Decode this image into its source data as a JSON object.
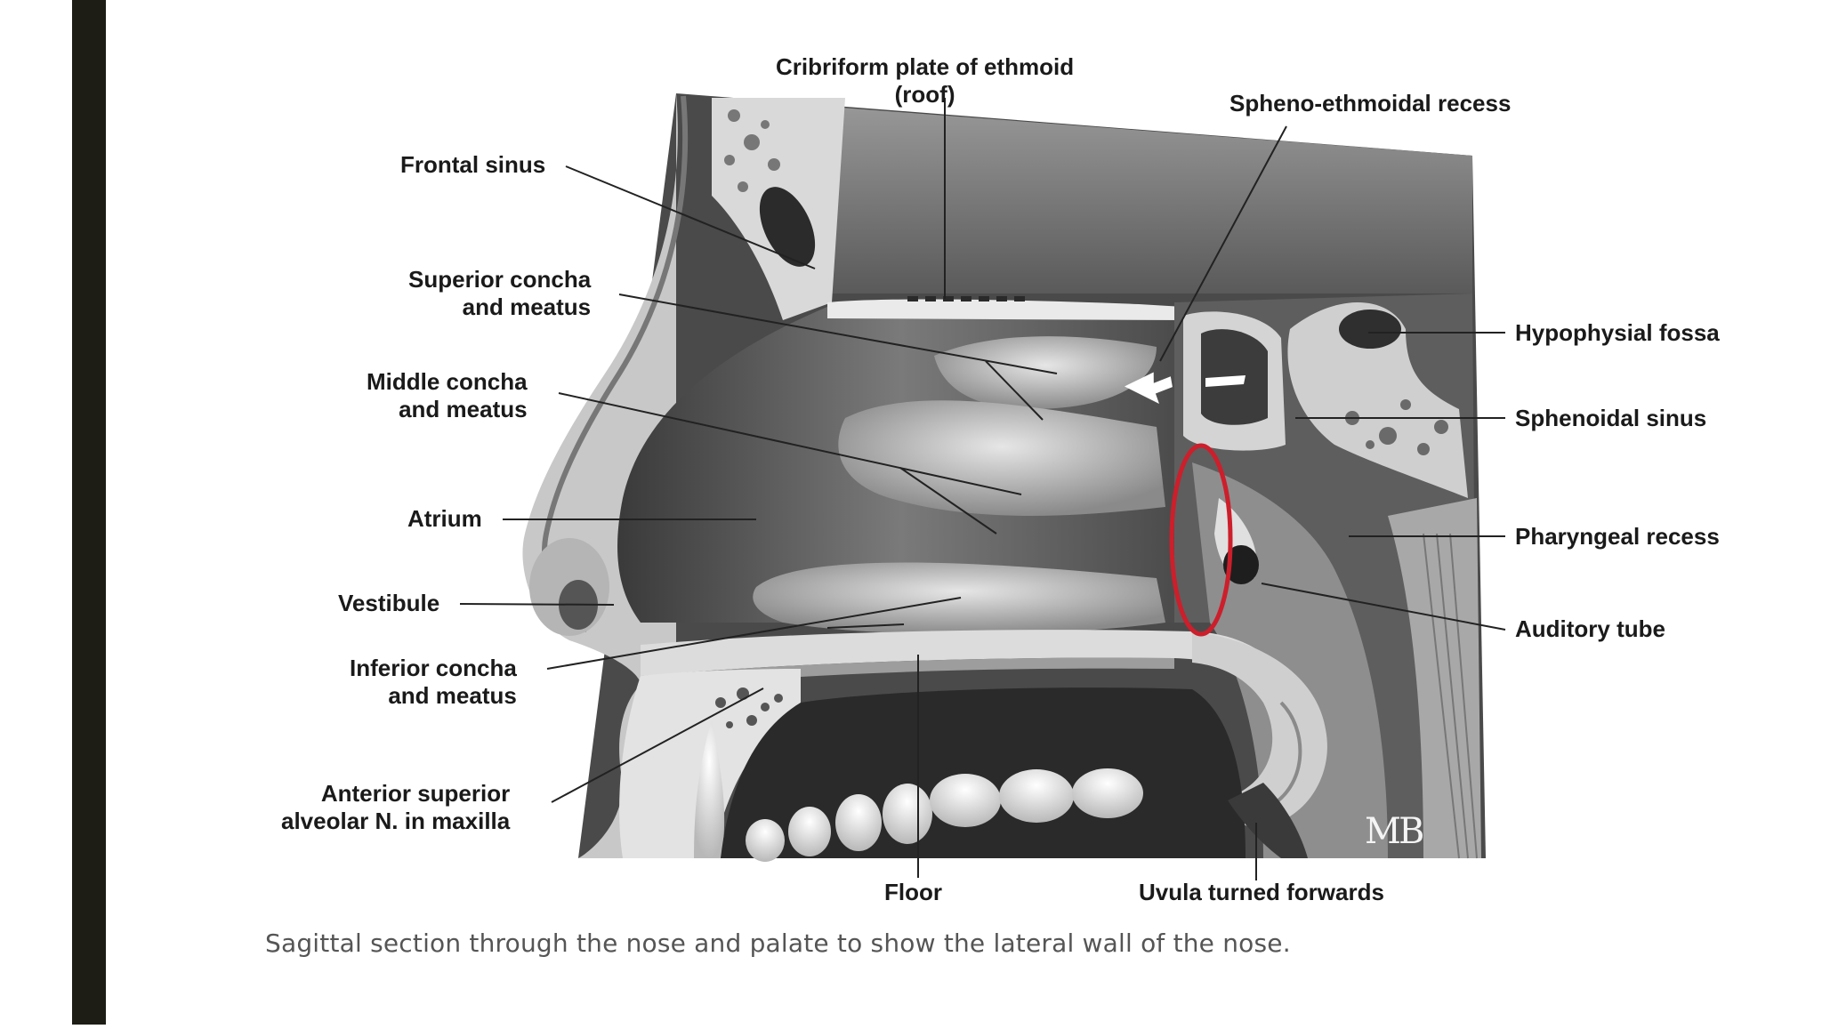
{
  "labels": {
    "cribriform_line1": "Cribriform plate of ethmoid",
    "cribriform_line2": "(roof)",
    "spheno_ethmoidal": "Spheno-ethmoidal recess",
    "frontal_sinus": "Frontal sinus",
    "superior_concha_line1": "Superior concha",
    "superior_concha_line2": "and meatus",
    "middle_concha_line1": "Middle concha",
    "middle_concha_line2": "and meatus",
    "atrium": "Atrium",
    "vestibule": "Vestibule",
    "inferior_concha_line1": "Inferior concha",
    "inferior_concha_line2": "and meatus",
    "anterior_superior_line1": "Anterior superior",
    "anterior_superior_line2": "alveolar N. in maxilla",
    "hypophysial_fossa": "Hypophysial fossa",
    "sphenoidal_sinus": "Sphenoidal sinus",
    "pharyngeal_recess": "Pharyngeal recess",
    "auditory_tube": "Auditory tube",
    "floor": "Floor",
    "uvula": "Uvula turned forwards"
  },
  "artist_signature": "MB",
  "caption": "Sagittal section through the nose and palate to show the lateral wall of the nose.",
  "colors": {
    "left_bar": "#1d1d16",
    "highlight_ellipse": "#cc1f2b",
    "leader_lines": "#222222"
  }
}
